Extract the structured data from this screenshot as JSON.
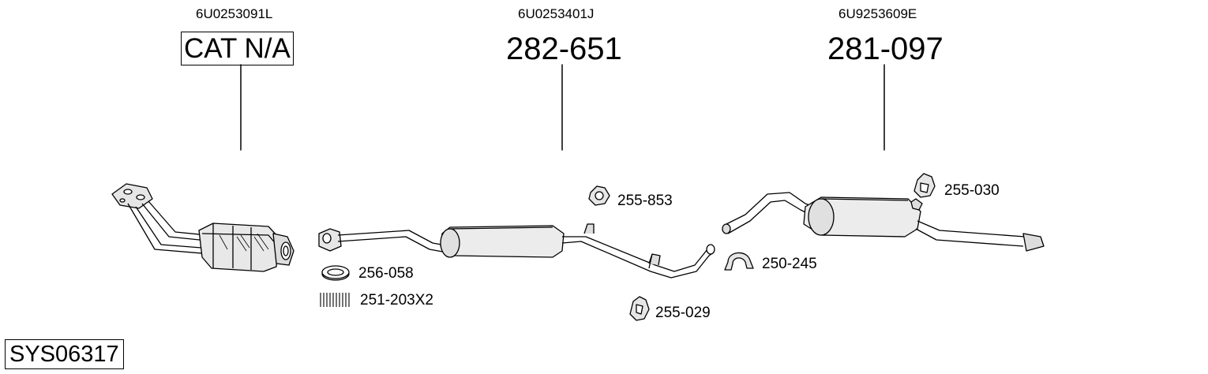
{
  "diagram_id": "SYS06317",
  "columns": [
    {
      "oem_code": "6U0253091L",
      "part_number": "CAT N/A"
    },
    {
      "oem_code": "6U0253401J",
      "part_number": "282-651"
    },
    {
      "oem_code": "6U9253609E",
      "part_number": "281-097"
    }
  ],
  "accessories": [
    {
      "part": "256-058",
      "icon": "gasket-ring-icon"
    },
    {
      "part": "251-203X2",
      "icon": "spring-icon"
    },
    {
      "part": "255-853",
      "icon": "rubber-mount-icon"
    },
    {
      "part": "255-029",
      "icon": "rubber-hanger-icon"
    },
    {
      "part": "250-245",
      "icon": "exhaust-clamp-icon"
    },
    {
      "part": "255-030",
      "icon": "rubber-hanger-icon"
    }
  ]
}
